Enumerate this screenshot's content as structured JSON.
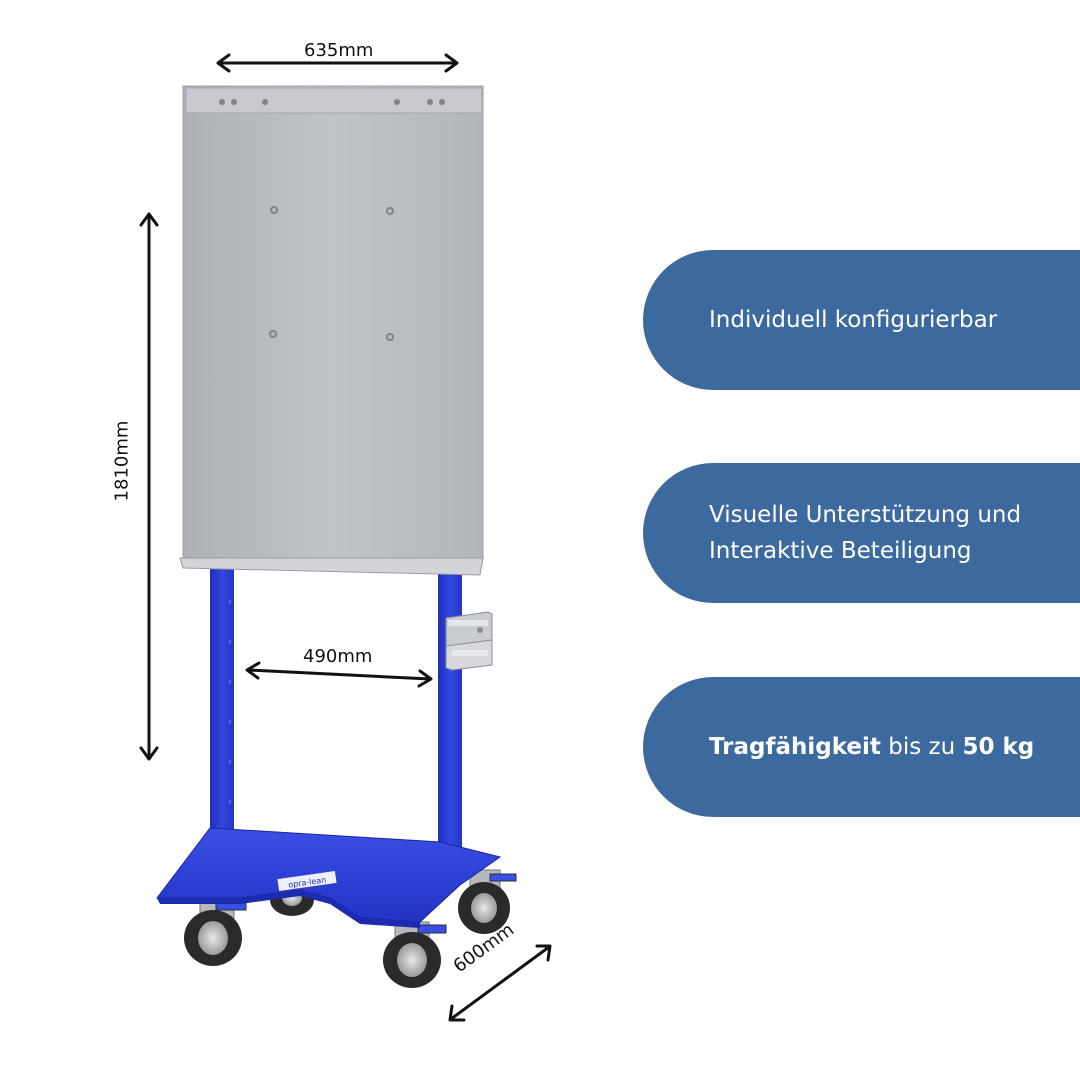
{
  "dimensions": {
    "width": "635mm",
    "height": "1810mm",
    "inner_width": "490mm",
    "depth": "600mm"
  },
  "brand_label": "opra-lean",
  "features": [
    {
      "line1": "Individuell konfigurierbar"
    },
    {
      "line1": "Visuelle Unterstützung und",
      "line2": "Interaktive Beteiligung"
    },
    {
      "bold1": "Tragfähigkeit",
      "text": " bis zu ",
      "bold2": "50 kg"
    }
  ],
  "colors": {
    "frame_blue": "#2b3fd6",
    "board_grey": "#b9bcc2",
    "pill_blue": "#3d6a9e"
  }
}
